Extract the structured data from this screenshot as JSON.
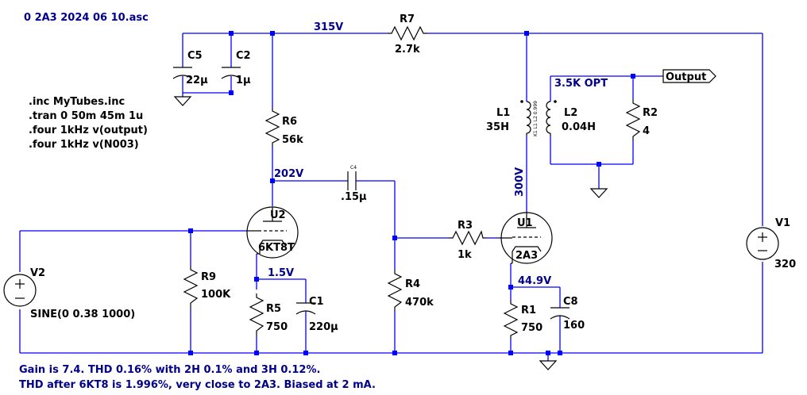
{
  "title": "0 2A3 2024 06 10.asc",
  "directives": [
    ".inc MyTubes.inc",
    ".tran 0 50m 45m 1u",
    ".four 1kHz v(output)",
    ".four 1kHz v(N003)"
  ],
  "components": {
    "R7": {
      "name": "R7",
      "value": "2.7k"
    },
    "C5": {
      "name": "C5",
      "value": "22µ"
    },
    "C2": {
      "name": "C2",
      "value": "1µ"
    },
    "R6": {
      "name": "R6",
      "value": "56k"
    },
    "C_coupling": {
      "value": ".15µ"
    },
    "L1": {
      "name": "L1",
      "value": "35H"
    },
    "L2": {
      "name": "L2",
      "value": "0.04H"
    },
    "R2": {
      "name": "R2",
      "value": "4"
    },
    "U2": {
      "name": "U2",
      "model": "6KT8T"
    },
    "U1": {
      "name": "U1",
      "model": "2A3"
    },
    "R3": {
      "name": "R3",
      "value": "1k"
    },
    "R9": {
      "name": "R9",
      "value": "100K"
    },
    "R5": {
      "name": "R5",
      "value": "750"
    },
    "C1": {
      "name": "C1",
      "value": "220µ"
    },
    "R4": {
      "name": "R4",
      "value": "470k"
    },
    "R1": {
      "name": "R1",
      "value": "750"
    },
    "C8": {
      "name": "C8",
      "value": "160"
    },
    "V1": {
      "name": "V1",
      "value": "320"
    },
    "V2": {
      "name": "V2",
      "value": "SINE(0 0.38 1000)"
    }
  },
  "voltages": {
    "b_plus": "315V",
    "v202": "202V",
    "v300": "300V",
    "v1_5": "1.5V",
    "v44_9": "44.9V"
  },
  "labels": {
    "opt": "3.5K OPT",
    "output": "Output",
    "coupling_flag": "C4",
    "transformer_note": "K1 L1 L2 0.999"
  },
  "notes": [
    "Gain is 7.4. THD 0.16% with 2H 0.1% and 3H 0.12%.",
    "THD after 6KT8 is 1.996%, very close to 2A3. Biased at 2 mA."
  ]
}
